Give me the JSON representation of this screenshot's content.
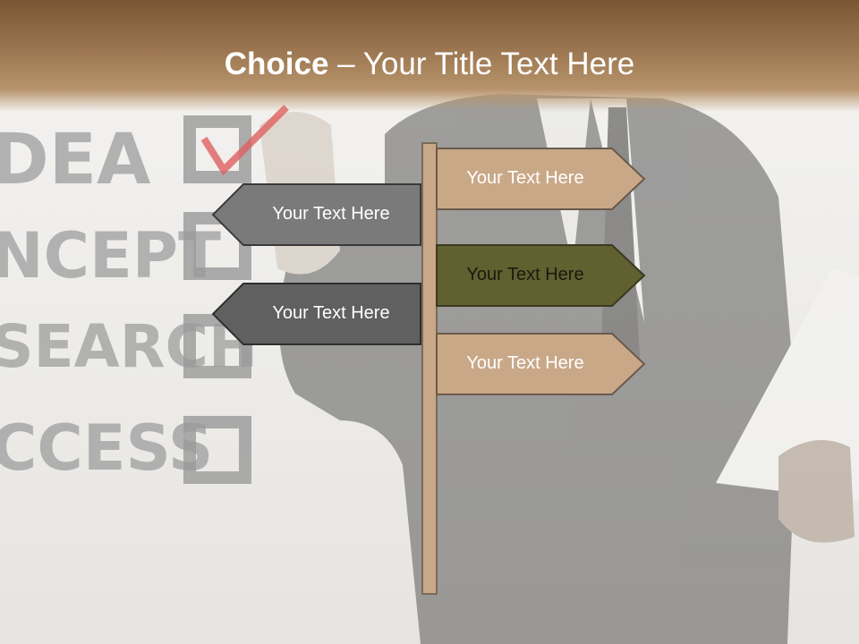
{
  "slide": {
    "title_bold": "Choice",
    "title_separator": " – ",
    "title_rest": "Your Title Text Here"
  },
  "background": {
    "words": [
      "DEA",
      "NCEPT",
      "SEARCH",
      "CCESS"
    ]
  },
  "signpost": {
    "right_signs": [
      {
        "text": "Your Text Here",
        "fill": "#c9a888",
        "text_color": "#ffffff"
      },
      {
        "text": "Your Text Here",
        "fill": "#606030",
        "text_color": "#1a1a10"
      },
      {
        "text": "Your Text Here",
        "fill": "#c9a888",
        "text_color": "#ffffff"
      }
    ],
    "left_signs": [
      {
        "text": "Your Text Here",
        "fill": "#7a7a7a",
        "text_color": "#ffffff"
      },
      {
        "text": "Your Text Here",
        "fill": "#606060",
        "text_color": "#ffffff"
      }
    ],
    "post_color": "#c9a888"
  },
  "colors": {
    "header_brown": "#8a6440",
    "checkmark_red": "#e05050"
  }
}
